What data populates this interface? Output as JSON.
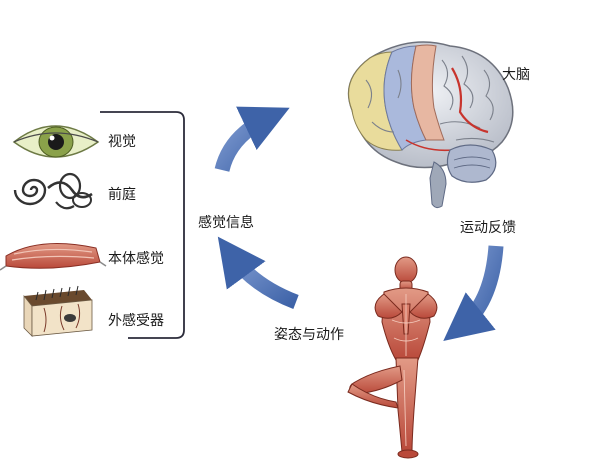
{
  "senses": [
    {
      "label": "视觉",
      "icon": "eye-icon"
    },
    {
      "label": "前庭",
      "icon": "inner-ear-icon"
    },
    {
      "label": "本体感觉",
      "icon": "muscle-fiber-icon"
    },
    {
      "label": "外感受器",
      "icon": "skin-receptor-icon"
    }
  ],
  "cycle": {
    "sensory_info": "感觉信息",
    "brain": "大脑",
    "motor_feedback": "运动反馈",
    "posture_action": "姿态与动作"
  },
  "colors": {
    "arrow": "#4a6fb3",
    "bracket": "#2b2b3a",
    "muscle": "#c4553f",
    "brain_gray": "#c9cdd6",
    "frontal_yellow": "#e9dc9c",
    "parietal_blue": "#aab9dc",
    "motor_orange": "#e7b7a2"
  }
}
